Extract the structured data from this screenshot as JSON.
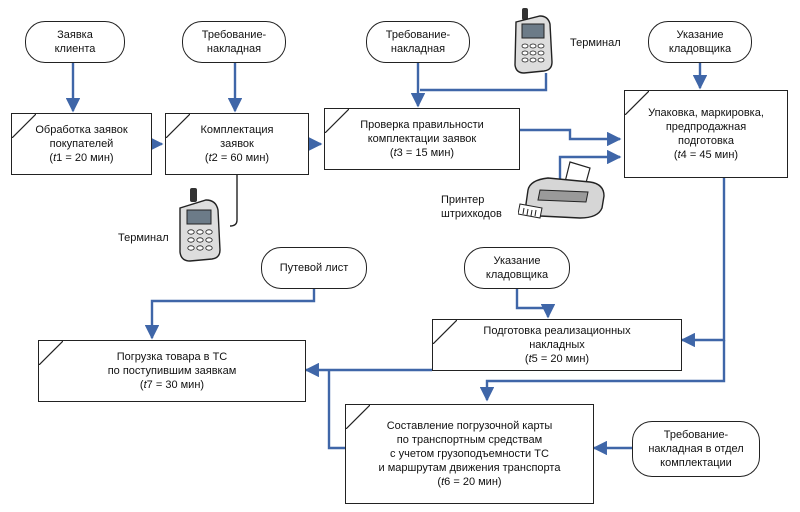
{
  "inputs": {
    "client_request": "Заявка\nклиента",
    "requisition_1": "Требование-\nнакладная",
    "requisition_2": "Требование-\nнакладная",
    "storekeeper_1": "Указание\nкладовщика",
    "waybill": "Путевой лист",
    "storekeeper_2": "Указание\nкладовщика",
    "requisition_3": "Требование-\nнакладная в отдел\nкомплектации"
  },
  "processes": [
    {
      "text": "Обработка заявок\nпокупателей",
      "t_sym": "t",
      "t_idx": "1",
      "t_val": "= 20 мин)"
    },
    {
      "text": "Комплектация\nзаявок",
      "t_sym": "t",
      "t_idx": "2",
      "t_val": "= 60 мин)"
    },
    {
      "text": "Проверка правильности\nкомплектации заявок",
      "t_sym": "t",
      "t_idx": "3",
      "t_val": "= 15 мин)"
    },
    {
      "text": "Упаковка, маркировка,\nпредпродажная\nподготовка",
      "t_sym": "t",
      "t_idx": "4",
      "t_val": "= 45 мин)"
    },
    {
      "text": "Подготовка реализационных\nнакладных",
      "t_sym": "t",
      "t_idx": "5",
      "t_val": "= 20 мин)"
    },
    {
      "text": "Погрузка товара в ТС\nпо поступившим заявкам",
      "t_sym": "t",
      "t_idx": "7",
      "t_val": "= 30 мин)"
    },
    {
      "text": "Составление погрузочной карты\nпо транспортным средствам\nс учетом грузоподъемности ТС\nи маршрутам движения транспорта",
      "t_sym": "t",
      "t_idx": "6",
      "t_val": "= 20 мин)"
    }
  ],
  "devices": {
    "terminal_top": "Терминал",
    "terminal_bottom": "Терминал",
    "printer": "Принтер\nштрихкодов"
  },
  "colors": {
    "arrow": "#3f66a8",
    "border": "#222222"
  },
  "icons": {
    "terminal": "handheld-terminal-icon",
    "printer": "barcode-printer-icon"
  }
}
